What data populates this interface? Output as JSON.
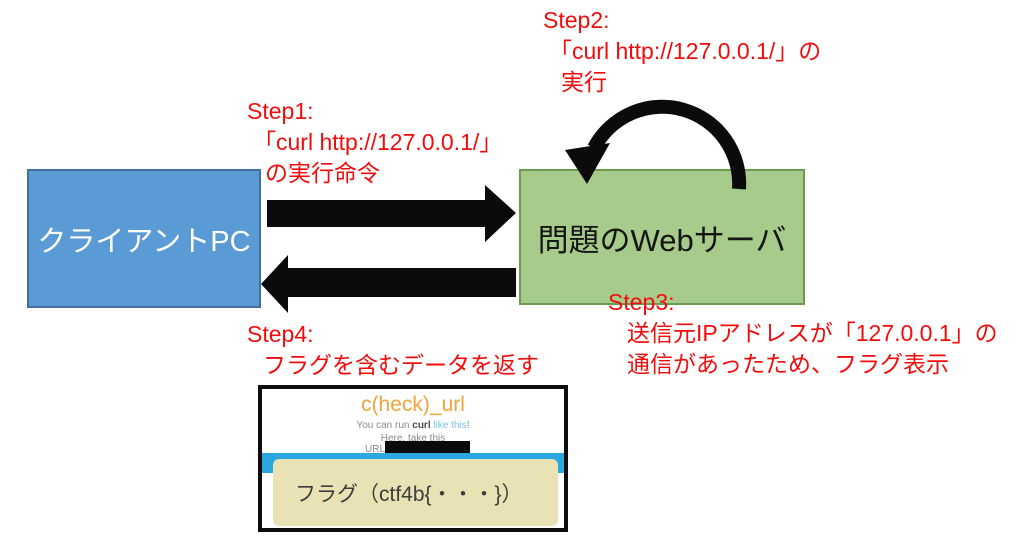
{
  "diagram": {
    "client_box": {
      "label": "クライアントPC",
      "fill": "#5b9bd5",
      "border": "#41719c"
    },
    "server_box": {
      "label": "問題のWebサーバ",
      "fill": "#a6cb8b",
      "border": "#6b9b4e"
    },
    "step_color": "#f20d0d",
    "steps": {
      "step1": {
        "title": "Step1:",
        "lines": [
          "「curl http://127.0.0.1/」",
          "の実行命令"
        ]
      },
      "step2": {
        "title": "Step2:",
        "lines": [
          "「curl http://127.0.0.1/」の",
          "実行"
        ]
      },
      "step3": {
        "title": "Step3:",
        "lines": [
          "送信元IPアドレスが「127.0.0.1」の",
          "通信があったため、フラグ表示"
        ]
      },
      "step4": {
        "title": "Step4:",
        "lines": [
          "フラグを含むデータを返す"
        ]
      }
    },
    "arrows": {
      "request_arrow": "black right arrow from client to server",
      "response_arrow": "black left arrow from server to client",
      "loopback_arrow": "black curved arrow looping onto server"
    }
  },
  "screenshot": {
    "title": "c(heck)_url",
    "title_color": "#f2a33c",
    "subtitle": {
      "prefix": "You can run ",
      "bold": "curl",
      "link": " like this",
      "suffix": "!"
    },
    "here_text": "Here, take this",
    "url_label": "URL:",
    "flag_text": "フラグ（ctf4b{・・・}）",
    "bar_color": "#2ca6de",
    "flagbox_color": "#e9e2b5"
  }
}
